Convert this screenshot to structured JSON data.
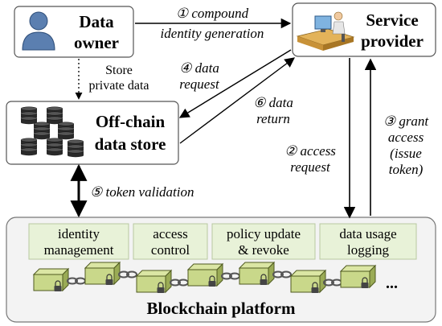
{
  "nodes": {
    "data_owner": {
      "line1": "Data",
      "line2": "owner"
    },
    "service_provider": {
      "line1": "Service",
      "line2": "provider"
    },
    "offchain_store": {
      "line1": "Off-chain",
      "line2": "data store"
    }
  },
  "edges": {
    "e1": {
      "line1": "① compound",
      "line2": "identity generation"
    },
    "store": {
      "line1": "Store",
      "line2": "private data"
    },
    "e4": {
      "line1": "④ data",
      "line2": "request"
    },
    "e6": {
      "line1": "⑥ data",
      "line2": "return"
    },
    "e2": {
      "line1": "② access",
      "line2": "request"
    },
    "e3": {
      "line1": "③ grant",
      "line2": "access",
      "line3": "(issue",
      "line4": "token)"
    },
    "e5": {
      "line1": "⑤ token validation"
    }
  },
  "platform": {
    "title": "Blockchain platform",
    "modules": [
      {
        "line1": "identity",
        "line2": "management"
      },
      {
        "line1": "access",
        "line2": "control"
      },
      {
        "line1": "policy update",
        "line2": "& revoke"
      },
      {
        "line1": "data usage",
        "line2": "logging"
      }
    ],
    "ellipsis": "..."
  },
  "colors": {
    "module_fill": "#e8f2d8",
    "platform_fill": "#f3f3f3",
    "block_fill": "#c9d88a",
    "block_edge": "#4f5a20",
    "database_fill": "#2a2a2a",
    "person_fill": "#5b7fb0"
  }
}
